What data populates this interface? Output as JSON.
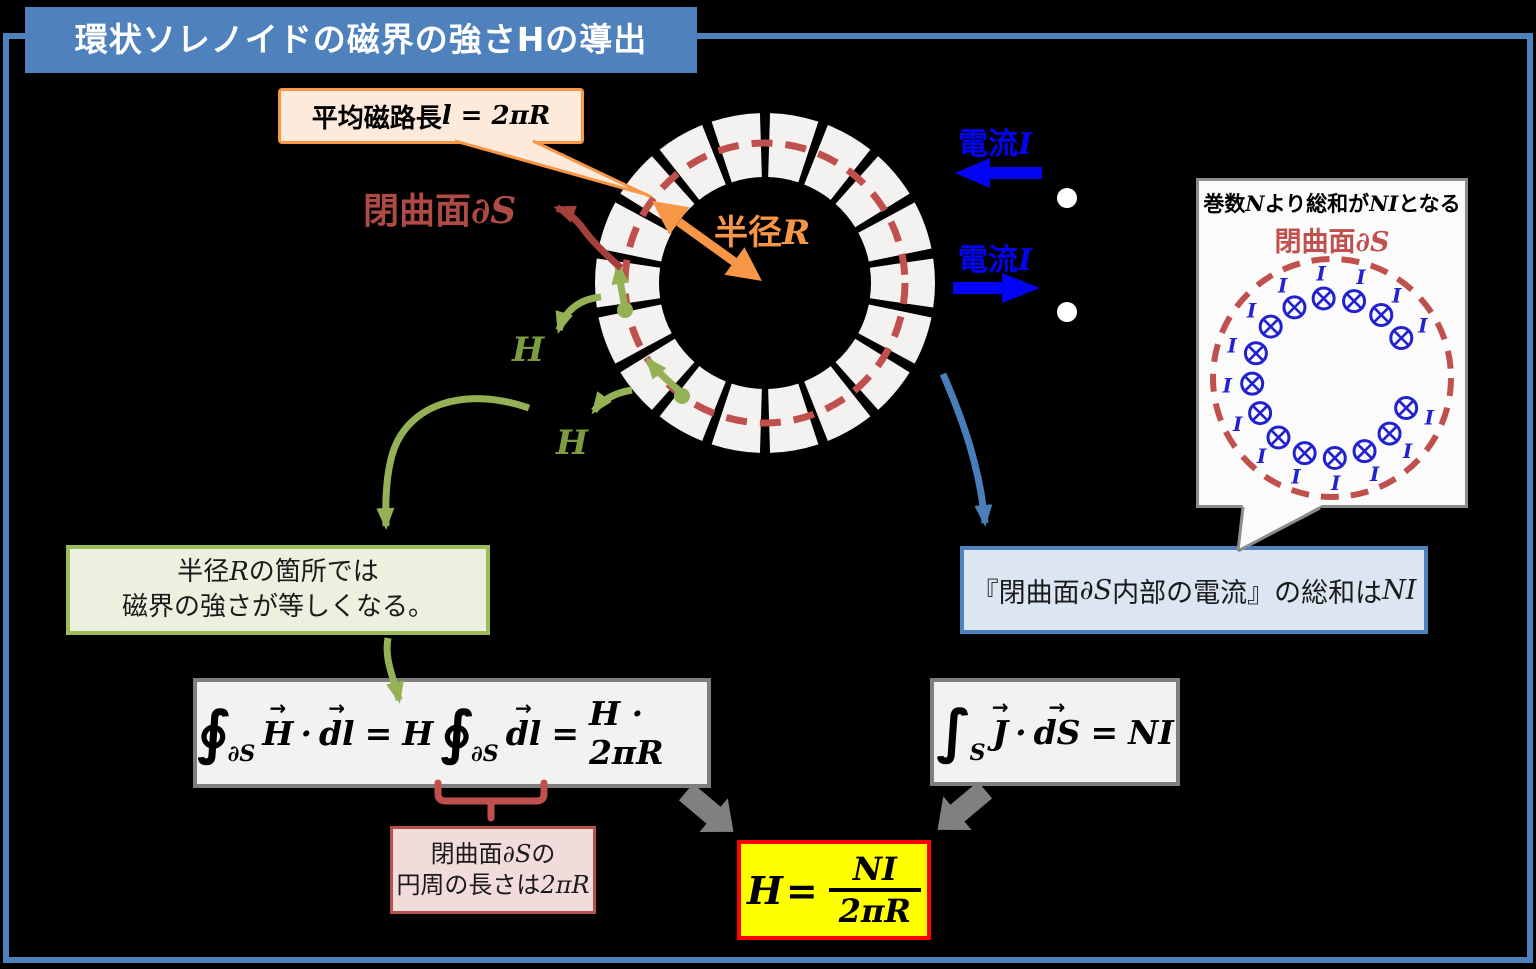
{
  "title": "環状ソレノイドの磁界の強さHの導出",
  "callout_mean_path_length": {
    "jp": "平均磁路長",
    "math": "l = 2πR"
  },
  "closed_surface_label": {
    "jp": "閉曲面",
    "math": "∂S"
  },
  "radius_label": {
    "jp": "半径",
    "math": "R"
  },
  "current_label": {
    "jp": "電流",
    "math": "I"
  },
  "h_field_label": "H",
  "mini_note": {
    "title": {
      "jp1": "巻数",
      "m1": "N",
      "jp2": "より総和が",
      "m2": "NI",
      "jp3": "となる"
    },
    "closed_surface": {
      "jp": "閉曲面",
      "math": "∂S"
    },
    "current_label": "I",
    "symbol_meaning": "circled-x-current-into-page"
  },
  "green_note": {
    "line1": {
      "jp1": "半径",
      "m1": "R",
      "jp2": "の箇所では"
    },
    "line2": "磁界の強さが等しくなる。"
  },
  "blue_note": {
    "jp1": "『閉曲面",
    "m1": "∂S",
    "jp2": "内部の電流』の総和は",
    "m2": "NI"
  },
  "pink_note": {
    "line1": {
      "jp1": "閉曲面",
      "m1": "∂S",
      "jp2": "の"
    },
    "line2": {
      "jp1": "円周の長さは",
      "m1": "2πR"
    }
  },
  "formula_line_integral": {
    "oint": "∮",
    "domain": "∂S",
    "H": "H",
    "cdot": "·",
    "dl": "dl",
    "eq": "=",
    "rhs": "H · 2πR"
  },
  "formula_surface_integral": {
    "int": "∫",
    "domain": "S",
    "J": "J",
    "cdot": "·",
    "dS": "dS",
    "eq": "=",
    "rhs": "NI"
  },
  "result_formula": {
    "lhs": "H",
    "eq": "=",
    "numerator": "NI",
    "denominator": "2πR"
  },
  "math": {
    "vec_arrow": "→"
  },
  "colors": {
    "accent_blue": "#4f81bd",
    "orange": "#f79646",
    "green": "#9bbb59",
    "dark_red": "#c0504d",
    "current_blue": "#0404f4",
    "highlight_yellow": "#ffff00",
    "highlight_border": "#ff0000"
  }
}
